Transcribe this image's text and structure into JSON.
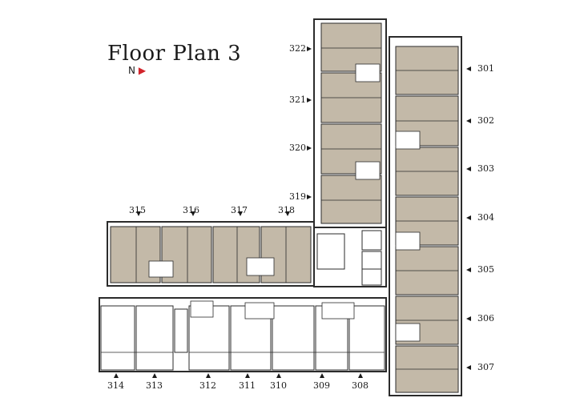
{
  "title": "Floor Plan 3",
  "north_label": "N",
  "colors": {
    "unit_fill": "#c3b9a8",
    "wall": "#2b2b2b",
    "arrow": "#1a1a1a",
    "north_arrow": "#d2232a"
  },
  "units": {
    "u301": "301",
    "u302": "302",
    "u303": "303",
    "u304": "304",
    "u305": "305",
    "u306": "306",
    "u307": "307",
    "u308": "308",
    "u309": "309",
    "u310": "310",
    "u311": "311",
    "u312": "312",
    "u313": "313",
    "u314": "314",
    "u315": "315",
    "u316": "316",
    "u317": "317",
    "u318": "318",
    "u319": "319",
    "u320": "320",
    "u321": "321",
    "u322": "322"
  }
}
